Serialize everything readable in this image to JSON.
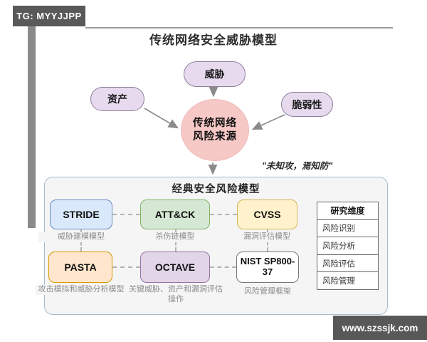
{
  "badge": {
    "label": "TG: MYYJJPP"
  },
  "title": "传统网络安全威胁模型",
  "threat_model": {
    "nodes": [
      {
        "label": "威胁"
      },
      {
        "label": "资产"
      },
      {
        "label": "脆弱性"
      }
    ],
    "center": {
      "line1": "传统网络",
      "line2": "风险来源"
    },
    "quote": "\"未知攻，焉知防\""
  },
  "classic_box": {
    "title": "经典安全风险模型",
    "models": [
      {
        "name": "STRIDE",
        "desc": "威胁建模模型",
        "fill": "#dae8fc",
        "border": "#6c8ebf"
      },
      {
        "name": "ATT&CK",
        "desc": "杀伤链模型",
        "fill": "#d5e8d4",
        "border": "#82b366"
      },
      {
        "name": "CVSS",
        "desc": "漏洞评估模型",
        "fill": "#fff2cc",
        "border": "#d6b656"
      },
      {
        "name": "PASTA",
        "desc": "攻击模拟和威胁分析模型",
        "fill": "#ffe6cc",
        "border": "#d79b00"
      },
      {
        "name": "OCTAVE",
        "desc": "关键威胁、资产和漏洞评估操作",
        "fill": "#e1d5e7",
        "border": "#9673a6"
      },
      {
        "name": "NIST SP800-37",
        "desc": "风险管理框架",
        "fill": "#ffffff",
        "border": "#777777"
      }
    ],
    "dimensions": {
      "header": "研究维度",
      "rows": [
        "风险识别",
        "风险分析",
        "风险评估",
        "风险管理"
      ]
    }
  },
  "watermark": "www.szssjk.com",
  "colors": {
    "badge_bg": "#595959",
    "node_fill": "#e7daee",
    "node_border": "#8e7f9c",
    "circle_fill": "#f6c8c6",
    "panel_bg": "#f5f5f5",
    "panel_border": "#a6bccd",
    "arrow": "#8a8a8a",
    "desc_text": "#8c8c8c",
    "watermark_bg": "#585858"
  }
}
